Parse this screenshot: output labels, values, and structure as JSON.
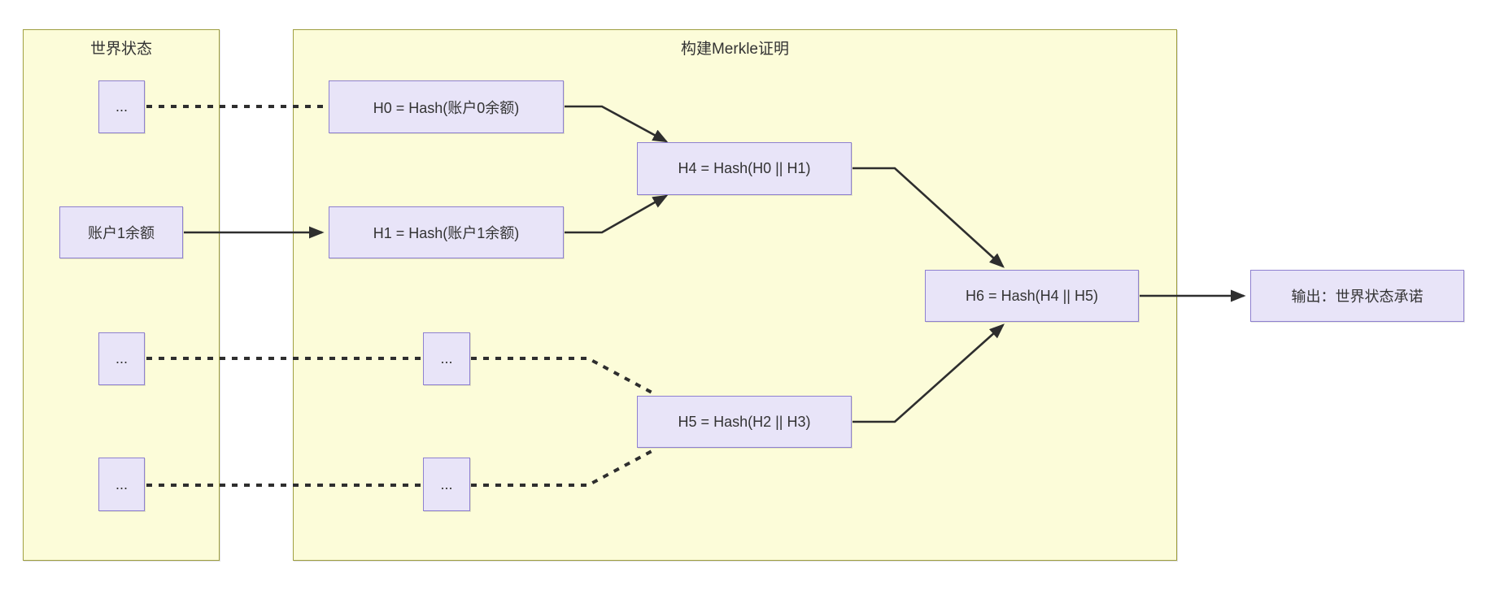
{
  "diagram": {
    "containers": [
      {
        "id": "world-state",
        "title": "世界状态"
      },
      {
        "id": "build-merkle-proof",
        "title": "构建Merkle证明"
      }
    ],
    "nodes": [
      {
        "id": "account0-ellipsis",
        "label": "..."
      },
      {
        "id": "account1-balance",
        "label": "账户1余额"
      },
      {
        "id": "account2-ellipsis",
        "label": "..."
      },
      {
        "id": "account3-ellipsis",
        "label": "..."
      },
      {
        "id": "h0",
        "label": "H0 = Hash(账户0余额)"
      },
      {
        "id": "h1",
        "label": "H1 = Hash(账户1余额)"
      },
      {
        "id": "h2-ellipsis",
        "label": "..."
      },
      {
        "id": "h3-ellipsis",
        "label": "..."
      },
      {
        "id": "h4",
        "label": "H4 = Hash(H0 || H1)"
      },
      {
        "id": "h5",
        "label": "H5 = Hash(H2 || H3)"
      },
      {
        "id": "h6",
        "label": "H6 = Hash(H4 || H5)"
      },
      {
        "id": "output-commitment",
        "label": "输出：世界状态承诺"
      }
    ],
    "edges": [
      {
        "from": "account0-ellipsis",
        "to": "h0",
        "style": "dotted"
      },
      {
        "from": "account1-balance",
        "to": "h1",
        "style": "solid-arrow"
      },
      {
        "from": "account2-ellipsis",
        "to": "h2-ellipsis",
        "style": "dotted"
      },
      {
        "from": "account3-ellipsis",
        "to": "h3-ellipsis",
        "style": "dotted"
      },
      {
        "from": "h0",
        "to": "h4",
        "style": "solid-arrow"
      },
      {
        "from": "h1",
        "to": "h4",
        "style": "solid-arrow"
      },
      {
        "from": "h2-ellipsis",
        "to": "h5",
        "style": "dotted"
      },
      {
        "from": "h3-ellipsis",
        "to": "h5",
        "style": "dotted"
      },
      {
        "from": "h4",
        "to": "h6",
        "style": "solid-arrow"
      },
      {
        "from": "h5",
        "to": "h6",
        "style": "solid-arrow"
      },
      {
        "from": "h6",
        "to": "output-commitment",
        "style": "solid-arrow"
      }
    ],
    "colors": {
      "container_fill": "#fcfcd9",
      "container_border": "#9f9f40",
      "node_fill": "#e8e4f8",
      "node_border": "#8e80d0",
      "edge": "#2e2e2e",
      "text": "#333333",
      "page_background": "#ffffff"
    }
  }
}
